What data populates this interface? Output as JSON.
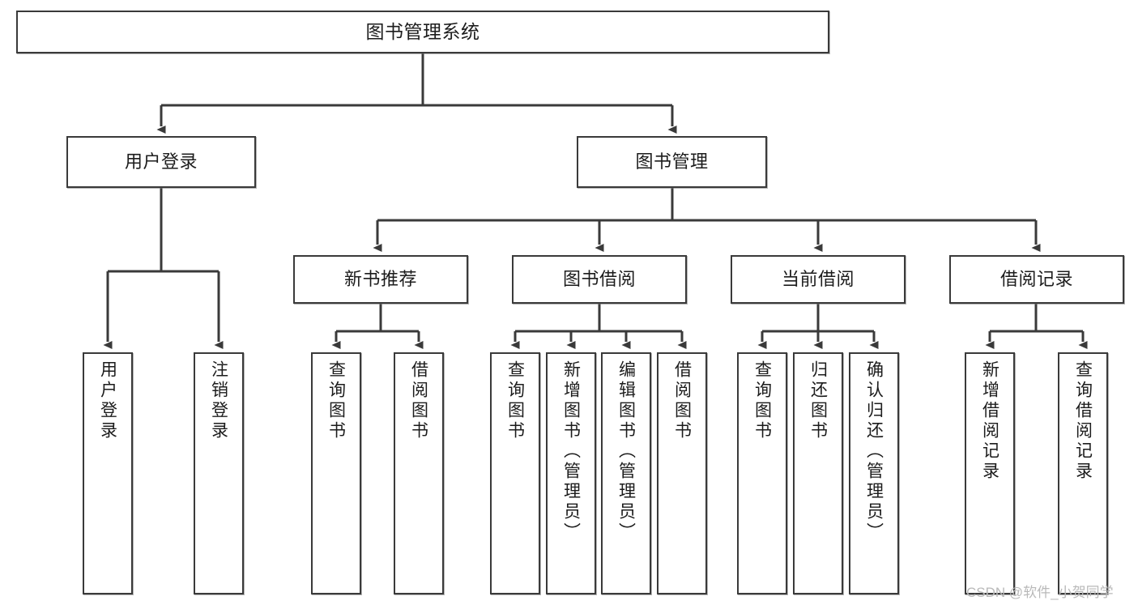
{
  "diagram": {
    "title": "图书管理系统",
    "type": "tree",
    "watermark": "CSDN @软件_小贺同学",
    "colors": {
      "box_border": "#3a3a3a",
      "box_fill": "#ffffff",
      "connector": "#3a3a3a",
      "text": "#1c1c1c",
      "watermark": "#b9b9b9"
    },
    "nodes": {
      "root": {
        "label": "图书管理系统"
      },
      "level2": [
        {
          "id": "user-login",
          "label": "用户登录"
        },
        {
          "id": "book-manage",
          "label": "图书管理"
        }
      ],
      "level3": [
        {
          "id": "new-book-recommend",
          "label": "新书推荐"
        },
        {
          "id": "book-borrow",
          "label": "图书借阅"
        },
        {
          "id": "current-borrow",
          "label": "当前借阅"
        },
        {
          "id": "borrow-record",
          "label": "借阅记录"
        }
      ],
      "leaves": {
        "user-login": [
          {
            "id": "leaf-user-login",
            "label": "用户登录"
          },
          {
            "id": "leaf-logout-login",
            "label": "注销登录"
          }
        ],
        "new-book-recommend": [
          {
            "id": "leaf-query-book-1",
            "label": "查询图书"
          },
          {
            "id": "leaf-borrow-book-1",
            "label": "借阅图书"
          }
        ],
        "book-borrow": [
          {
            "id": "leaf-query-book-2",
            "label": "查询图书"
          },
          {
            "id": "leaf-add-book",
            "label": "新增图书（管理员）"
          },
          {
            "id": "leaf-edit-book",
            "label": "编辑图书（管理员）"
          },
          {
            "id": "leaf-borrow-book-2",
            "label": "借阅图书"
          }
        ],
        "current-borrow": [
          {
            "id": "leaf-query-book-3",
            "label": "查询图书"
          },
          {
            "id": "leaf-return-book",
            "label": "归还图书"
          },
          {
            "id": "leaf-confirm-return",
            "label": "确认归还（管理员）"
          }
        ],
        "borrow-record": [
          {
            "id": "leaf-add-record",
            "label": "新增借阅记录"
          },
          {
            "id": "leaf-query-record",
            "label": "查询借阅记录"
          }
        ]
      }
    }
  }
}
